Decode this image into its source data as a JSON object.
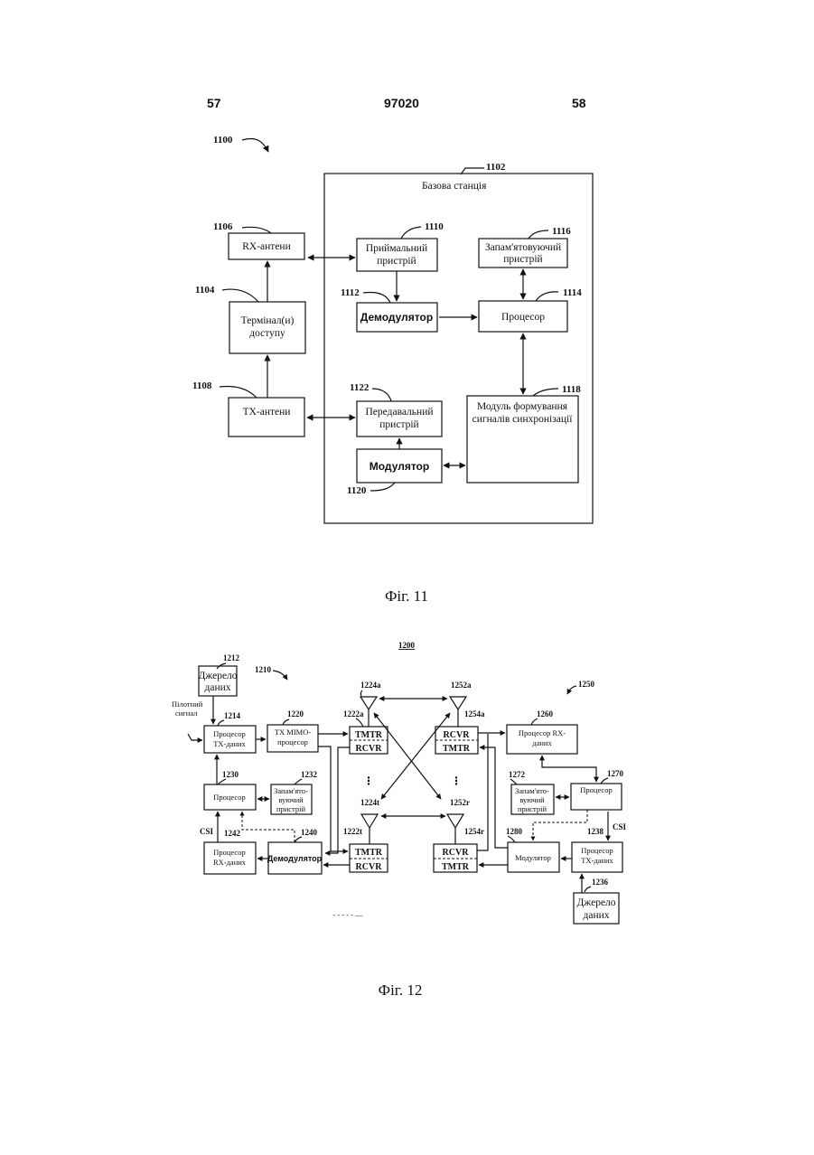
{
  "header": {
    "left": "57",
    "center": "97020",
    "right": "58"
  },
  "fig11": {
    "refs": {
      "r1100": "1100",
      "r1102": "1102",
      "r1106": "1106",
      "r1104": "1104",
      "r1108": "1108",
      "r1110": "1110",
      "r1112": "1112",
      "r1114": "1114",
      "r1116": "1116",
      "r1118": "1118",
      "r1120": "1120",
      "r1122": "1122"
    },
    "base_station": "Базова станція",
    "rx_antennas": "RX-антени",
    "terminal_l1": "Термінал(и)",
    "terminal_l2": "доступу",
    "tx_antennas": "TX-антени",
    "receiver_l1": "Приймальний",
    "receiver_l2": "пристрій",
    "demodulator": "Демодулятор",
    "memory_l1": "Запам'ятовуючий",
    "memory_l2": "пристрій",
    "processor": "Процесор",
    "transmitter_l1": "Передавальний",
    "transmitter_l2": "пристрій",
    "modulator": "Модулятор",
    "sync_l1": "Модуль формування",
    "sync_l2": "сигналів синхронізації",
    "caption": "Фіг. 11"
  },
  "fig12": {
    "refs": {
      "r1200": "1200",
      "r1210": "1210",
      "r1212": "1212",
      "r1214": "1214",
      "r1220": "1220",
      "r1230": "1230",
      "r1232": "1232",
      "r1240": "1240",
      "r1242": "1242",
      "r1222a": "1222a",
      "r1222t": "1222t",
      "r1224a": "1224a",
      "r1224t": "1224t",
      "r1250": "1250",
      "r1252a": "1252a",
      "r1252r": "1252r",
      "r1254a": "1254a",
      "r1254r": "1254r",
      "r1260": "1260",
      "r1270": "1270",
      "r1272": "1272",
      "r1280": "1280",
      "r1238": "1238",
      "r1236": "1236"
    },
    "data_source_l1": "Джерело",
    "data_source_l2": "даних",
    "pilot_l1": "Пілотний",
    "pilot_l2": "сигнал",
    "tx_data_proc_l1": "Процесор",
    "tx_data_proc_l2": "TX-даних",
    "tx_mimo_l1": "TX MIMO-",
    "tx_mimo_l2": "процесор",
    "processor": "Процесор",
    "memory_l1": "Запам'ято-",
    "memory_l2": "вуючий",
    "memory_l3": "пристрій",
    "rx_data_proc_l1": "Процесор",
    "rx_data_proc_l2": "RX-даних",
    "demodulator": "Демодулятор",
    "tmtr": "TMTR",
    "rcvr": "RCVR",
    "rx_proc_right_l1": "Процесор RX-",
    "rx_proc_right_l2": "даних",
    "modulator": "Модулятор",
    "csi": "CSI",
    "dots": "⋮",
    "footnote": "- - - - - —",
    "caption": "Фіг. 12"
  }
}
